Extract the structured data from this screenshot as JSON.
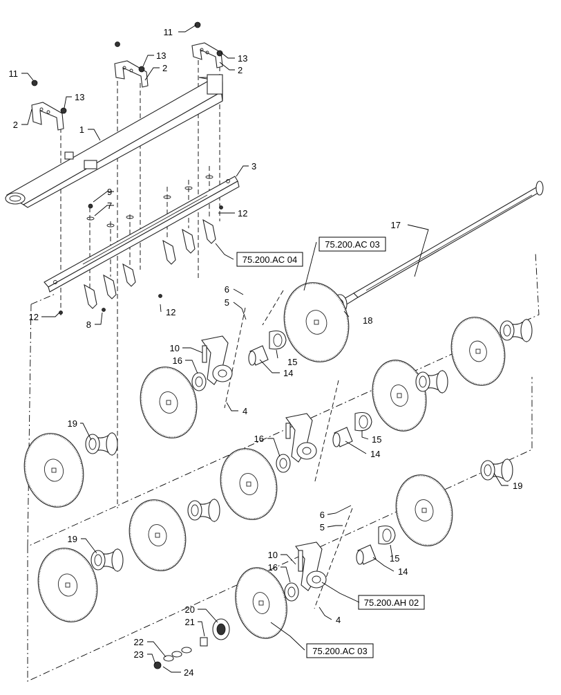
{
  "diagram": {
    "callouts": [
      {
        "id": "c-11a",
        "text": "11"
      },
      {
        "id": "c-11b",
        "text": "11"
      },
      {
        "id": "c-13a",
        "text": "13"
      },
      {
        "id": "c-13b",
        "text": "13"
      },
      {
        "id": "c-13c",
        "text": "13"
      },
      {
        "id": "c-2a",
        "text": "2"
      },
      {
        "id": "c-2b",
        "text": "2"
      },
      {
        "id": "c-2c",
        "text": "2"
      },
      {
        "id": "c-1",
        "text": "1"
      },
      {
        "id": "c-3",
        "text": "3"
      },
      {
        "id": "c-9",
        "text": "9"
      },
      {
        "id": "c-7",
        "text": "7"
      },
      {
        "id": "c-12a",
        "text": "12"
      },
      {
        "id": "c-12b",
        "text": "12"
      },
      {
        "id": "c-12c",
        "text": "12"
      },
      {
        "id": "c-8",
        "text": "8"
      },
      {
        "id": "c-17",
        "text": "17"
      },
      {
        "id": "c-18",
        "text": "18"
      },
      {
        "id": "c-6a",
        "text": "6"
      },
      {
        "id": "c-5a",
        "text": "5"
      },
      {
        "id": "c-10a",
        "text": "10"
      },
      {
        "id": "c-16a",
        "text": "16"
      },
      {
        "id": "c-15a",
        "text": "15"
      },
      {
        "id": "c-14a",
        "text": "14"
      },
      {
        "id": "c-4a",
        "text": "4"
      },
      {
        "id": "c-19a",
        "text": "19"
      },
      {
        "id": "c-16b",
        "text": "16"
      },
      {
        "id": "c-15b",
        "text": "15"
      },
      {
        "id": "c-14b",
        "text": "14"
      },
      {
        "id": "c-19b",
        "text": "19"
      },
      {
        "id": "c-19c",
        "text": "19"
      },
      {
        "id": "c-6b",
        "text": "6"
      },
      {
        "id": "c-5b",
        "text": "5"
      },
      {
        "id": "c-10b",
        "text": "10"
      },
      {
        "id": "c-16c",
        "text": "16"
      },
      {
        "id": "c-15c",
        "text": "15"
      },
      {
        "id": "c-14c",
        "text": "14"
      },
      {
        "id": "c-4b",
        "text": "4"
      },
      {
        "id": "c-20",
        "text": "20"
      },
      {
        "id": "c-21",
        "text": "21"
      },
      {
        "id": "c-22",
        "text": "22"
      },
      {
        "id": "c-23",
        "text": "23"
      },
      {
        "id": "c-24",
        "text": "24"
      }
    ],
    "references": [
      {
        "id": "ref-ac04",
        "text": "75.200.AC 04"
      },
      {
        "id": "ref-ac03a",
        "text": "75.200.AC 03"
      },
      {
        "id": "ref-ah02",
        "text": "75.200.AH 02"
      },
      {
        "id": "ref-ac03b",
        "text": "75.200.AC 03"
      }
    ]
  }
}
